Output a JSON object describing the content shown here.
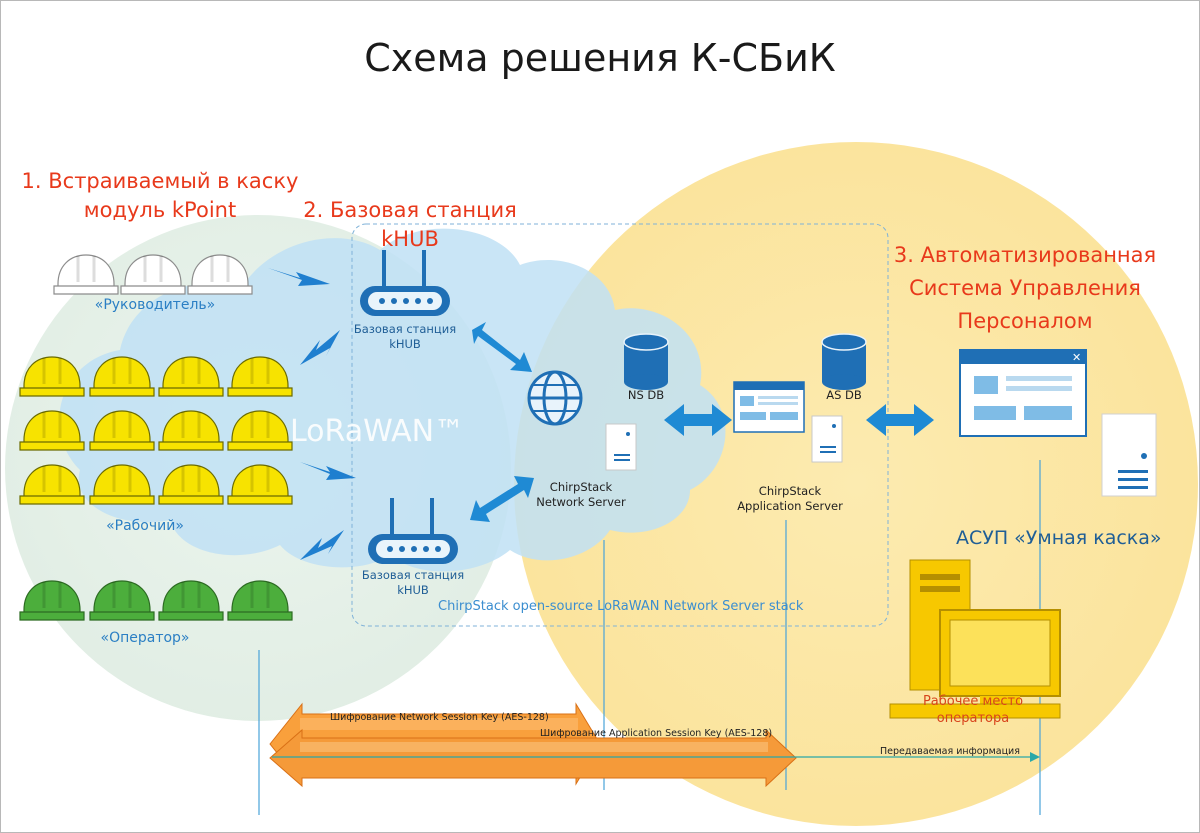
{
  "title": "Схема решения К-СБиК",
  "sections": {
    "kpoint": "1. Встраиваемый в каску\nмодуль kPoint",
    "khub": "2. Базовая станция\nkHUB",
    "asup": "3. Автоматизированная\nСистема Управления\nПерсоналом"
  },
  "helmet_groups": {
    "manager": "«Руководитель»",
    "worker": "«Рабочий»",
    "operator": "«Оператор»"
  },
  "lorawan": "LoRaWAN™",
  "base_station_1": "Базовая станция\nkHUB",
  "base_station_2": "Базовая станция\nkHUB",
  "ns_db": "NS DB",
  "as_db": "AS DB",
  "network_server": "ChirpStack\nNetwork Server",
  "app_server": "ChirpStack\nApplication Server",
  "stack_label": "ChirpStack open-source LoRaWAN Network Server stack",
  "asup_product": "АСУП «Умная каска»",
  "workstation": "Рабочее место\nоператора",
  "flows": {
    "network_key": "Шифрование Network Session Key (AES-128)",
    "app_key": "Шифрование Application Session Key (AES-128)",
    "info": "Передаваемая информация"
  },
  "colors": {
    "helmet_white": "#ffffff",
    "helmet_yellow": "#f5e100",
    "helmet_green": "#4caf3c",
    "yellow_circle": "#fbe6a2",
    "lora_cloud": "#bfe0f3",
    "device_blue": "#1f6fb5",
    "arrow_orange": "#f9a03c",
    "title_red": "#e8391b"
  }
}
